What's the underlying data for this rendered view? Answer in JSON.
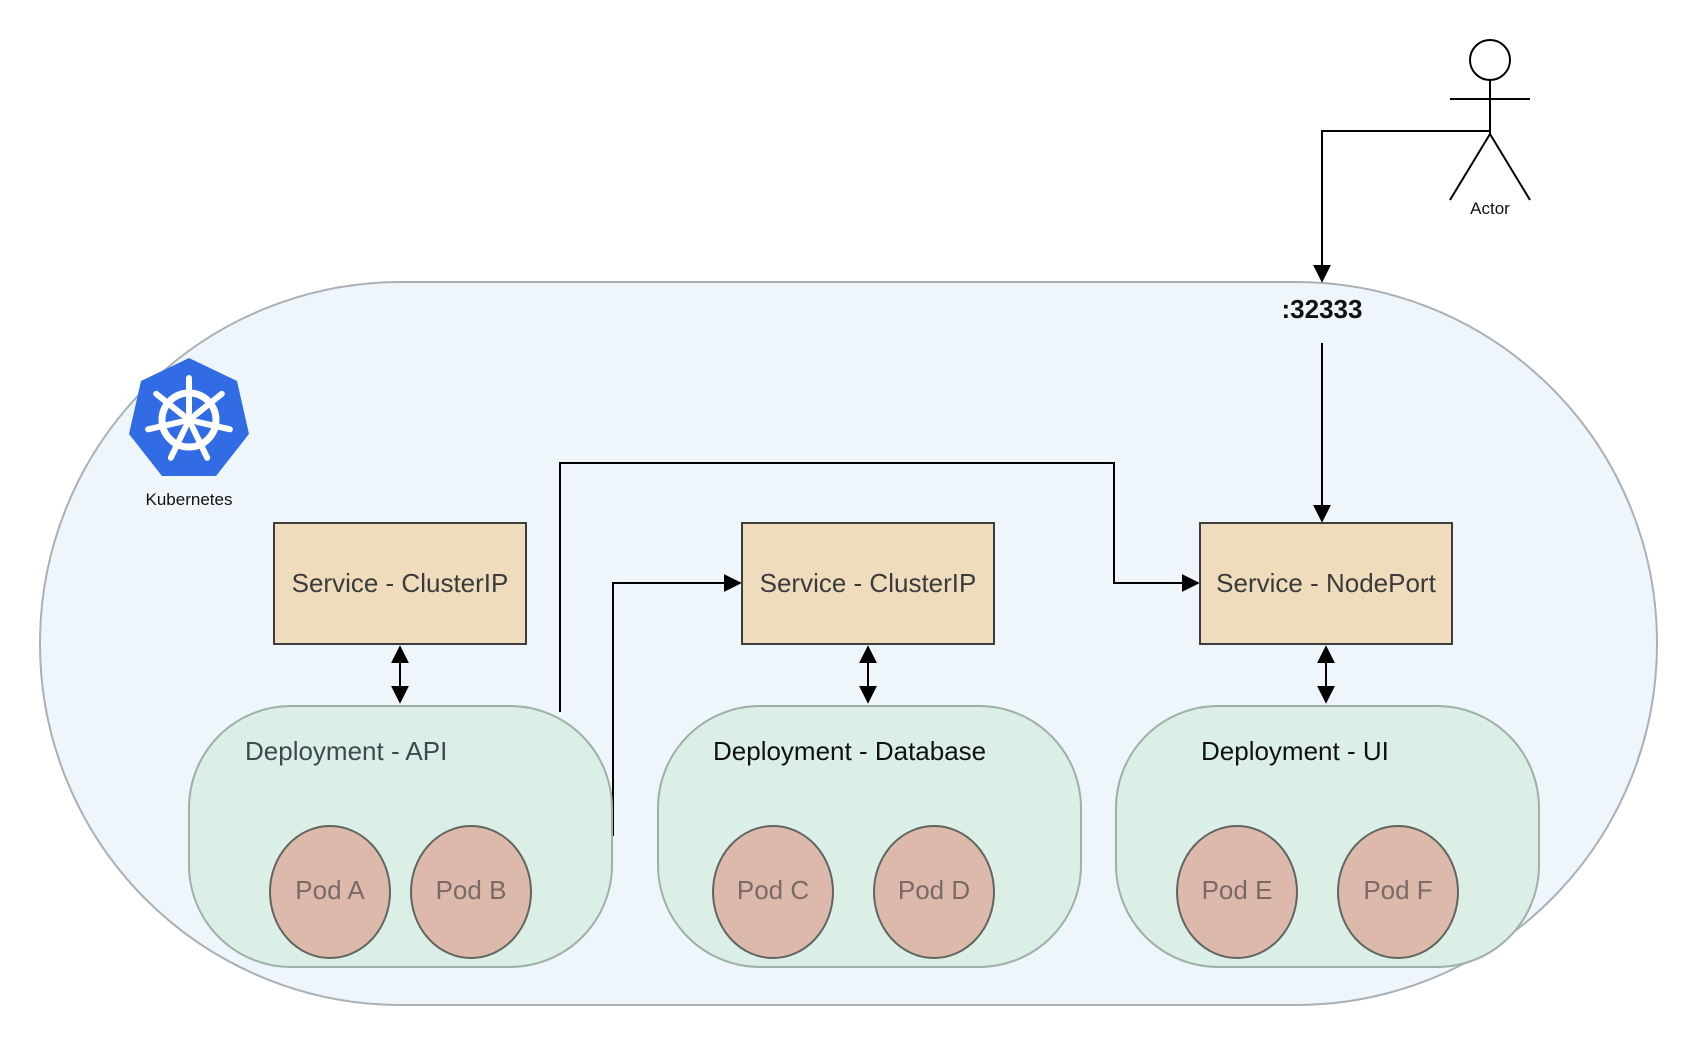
{
  "colors": {
    "cluster_fill": "#eef6fc",
    "cluster_stroke": "#a9b1b6",
    "service_fill": "#eedcbd",
    "service_stroke": "#3d3d3d",
    "deployment_fill": "#dcefe6",
    "deployment_stroke": "#9eb0a8",
    "pod_fill": "#dcb9ab",
    "pod_stroke": "#5f6660",
    "kubernetes_blue": "#326ce5",
    "line": "#000000"
  },
  "actor": {
    "label": "Actor",
    "icon": "stick-figure-icon"
  },
  "nodeport": {
    "port_label": ":32333"
  },
  "logo": {
    "label": "Kubernetes",
    "icon": "kubernetes-helm-icon"
  },
  "services": [
    {
      "label": "Service - ClusterIP"
    },
    {
      "label": "Service - ClusterIP"
    },
    {
      "label": "Service - NodePort"
    }
  ],
  "deployments": [
    {
      "label": "Deployment - API",
      "label_color": "#3d4a52",
      "pods": [
        "Pod A",
        "Pod B"
      ]
    },
    {
      "label": "Deployment - Database",
      "label_color": "#111111",
      "pods": [
        "Pod C",
        "Pod D"
      ]
    },
    {
      "label": "Deployment - UI",
      "label_color": "#111111",
      "pods": [
        "Pod E",
        "Pod F"
      ]
    }
  ]
}
